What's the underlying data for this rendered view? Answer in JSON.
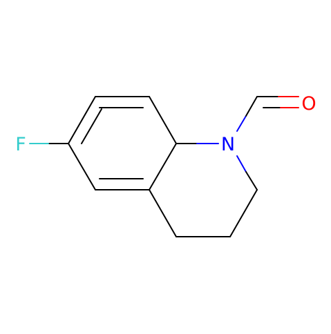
{
  "molecule": {
    "atom_labels": {
      "fluorine": "F",
      "nitrogen": "N",
      "oxygen": "O"
    },
    "colors": {
      "bond": "#000000",
      "fluorine": "#33CCCC",
      "nitrogen": "#0000FF",
      "oxygen": "#FF0000",
      "background": "#FFFFFF"
    }
  }
}
